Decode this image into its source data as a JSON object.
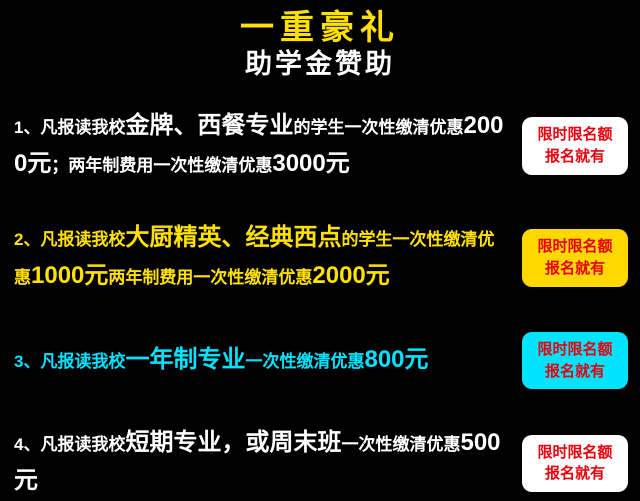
{
  "page": {
    "background_color": "#000000"
  },
  "header": {
    "title": "一重豪礼",
    "title_color": "#ffe100",
    "subtitle": "助学金赞助",
    "subtitle_color": "#ffffff"
  },
  "badge": {
    "line1": "限时限名额",
    "line2": "报名就有",
    "text_color": "#e8000d"
  },
  "items": [
    {
      "text_color": "#ffffff",
      "badge_bg": "#ffffff",
      "s1": "1、凡报读我校",
      "s2": "金牌、西餐专业",
      "s3": "的学生一次性缴清优惠",
      "s4": "2000元",
      "s5": "；两年制费用一次性缴清优惠",
      "s6": "3000元"
    },
    {
      "text_color": "#ffe100",
      "badge_bg": "#ffd800",
      "s1": "2、凡报读我校",
      "s2": "大厨精英、经典西点",
      "s3": "的学生一次性缴清优惠",
      "s4": "1000元",
      "s5": "两年制费用一次性缴清优惠",
      "s6": "2000元"
    },
    {
      "text_color": "#00e4ff",
      "badge_bg": "#00e4ff",
      "s1": "3、凡报读我校",
      "s2": "一年制专业",
      "s3": "一次性缴清优惠",
      "s4": "800元"
    },
    {
      "text_color": "#ffffff",
      "badge_bg": "#ffffff",
      "s1": "4、凡报读我校",
      "s2": "短期专业，或周末班",
      "s3": "一次性缴清优惠",
      "s4": "500元"
    }
  ]
}
